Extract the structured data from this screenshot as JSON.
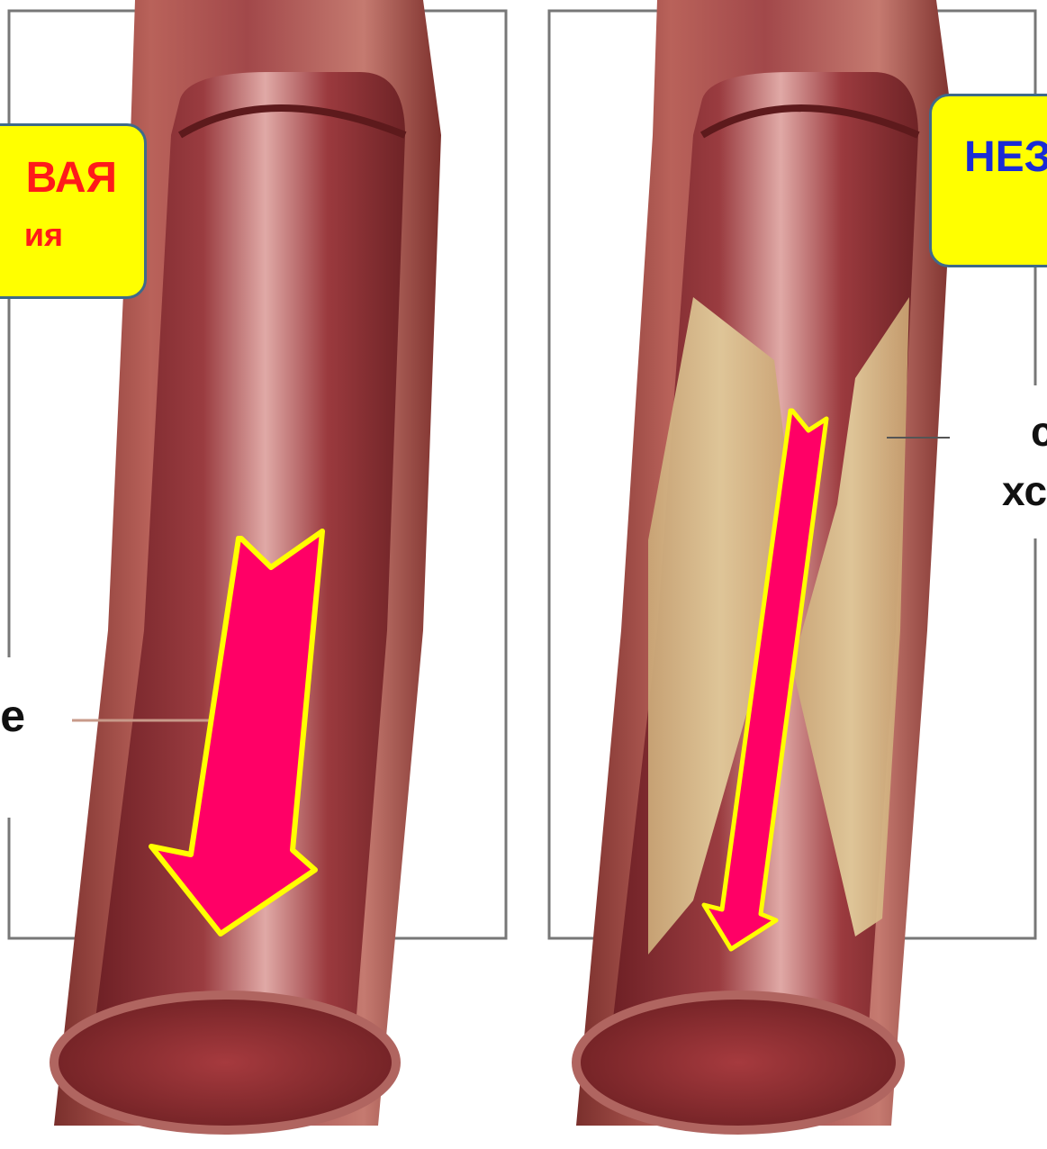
{
  "labels": {
    "left_title_line1": "ВАЯ",
    "left_title_line2": "ия",
    "right_title": "НЕЗ"
  },
  "callouts": {
    "left_text": "е",
    "right_line1": "с",
    "right_line2": "хс"
  },
  "colors": {
    "label_background": "#ffff00",
    "label_border": "#3e6a8a",
    "left_title_text": "#ff1a1a",
    "right_title_text": "#1a2bd6",
    "arrow_fill": "#ff0066",
    "arrow_outline": "#ffff00",
    "artery_wall": "#9c4540",
    "artery_lumen": "#8a2e2e",
    "plaque": "#d9c08c"
  },
  "icons": {
    "left_flow": "down-arrow-icon",
    "right_flow": "down-arrow-icon"
  }
}
